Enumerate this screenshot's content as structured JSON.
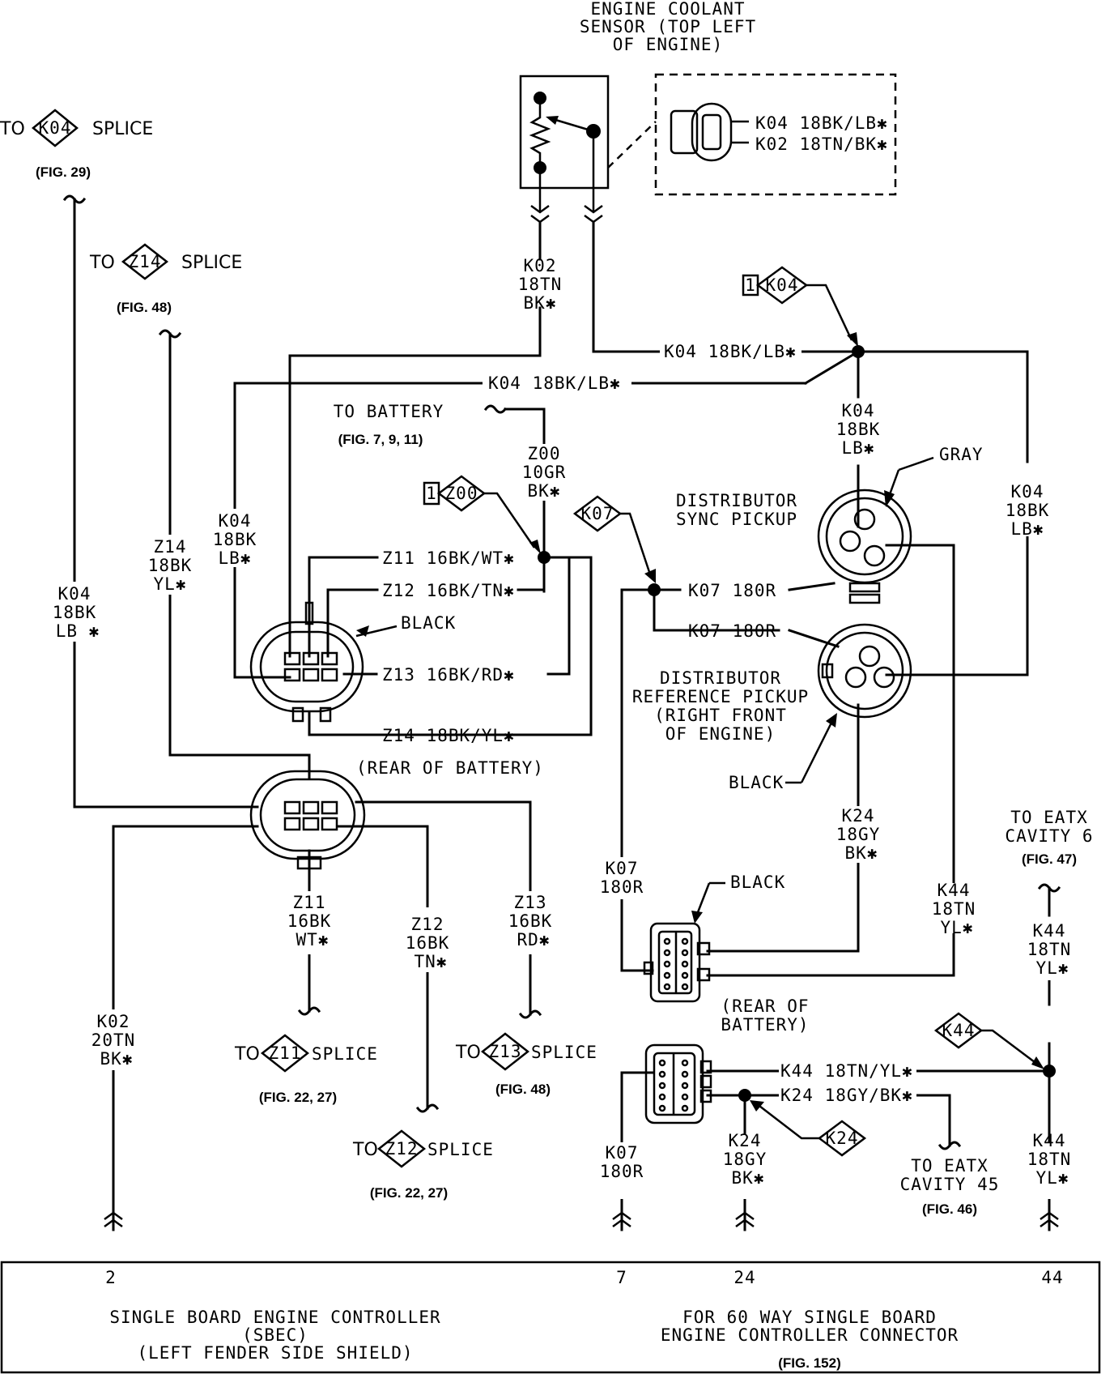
{
  "sensor": {
    "title": [
      "ENGINE COOLANT",
      "SENSOR (TOP LEFT",
      "OF ENGINE)"
    ],
    "pin1": "K04 18BK/LB✱",
    "pin2": "K02 18TN/BK✱"
  },
  "refs": {
    "k04": {
      "to": "TO",
      "code": "K04",
      "type": "SPLICE",
      "fig": "(FIG. 29)"
    },
    "z14": {
      "to": "TO",
      "code": "Z14",
      "type": "SPLICE",
      "fig": "(FIG. 48)"
    },
    "battery": {
      "label": "TO BATTERY",
      "fig": "(FIG. 7, 9, 11)"
    },
    "z11": {
      "to": "TO",
      "code": "Z11",
      "type": "SPLICE",
      "fig": "(FIG. 22, 27)"
    },
    "z13": {
      "to": "TO",
      "code": "Z13",
      "type": "SPLICE",
      "fig": "(FIG. 48)"
    },
    "z12": {
      "to": "TO",
      "code": "Z12",
      "type": "SPLICE",
      "fig": "(FIG. 22, 27)"
    },
    "eatx6": {
      "lines": [
        "TO EATX",
        "CAVITY 6"
      ],
      "fig": "(FIG. 47)"
    },
    "eatx45": {
      "lines": [
        "TO EATX",
        "CAVITY 45"
      ],
      "fig": "(FIG. 46)"
    }
  },
  "diamonds": {
    "k04_splice": {
      "num": "1",
      "code": "K04"
    },
    "z00_splice": {
      "num": "1",
      "code": "Z00"
    },
    "k07": {
      "code": "K07"
    },
    "k44": {
      "code": "K44"
    },
    "k24": {
      "code": "K24"
    }
  },
  "wires": {
    "k02_sensor": [
      "K02",
      "18TN",
      "BK✱"
    ],
    "k04_horiz1": "K04 18BK/LB✱",
    "k04_horiz2": "K04 18BK/LB✱",
    "k04_dist": [
      "K04",
      "18BK",
      "LB✱"
    ],
    "k04_right": [
      "K04",
      "18BK",
      "LB✱"
    ],
    "k04_mid": [
      "K04",
      "18BK",
      "LB✱"
    ],
    "k04_left": [
      "K04",
      "18BK",
      "LB ✱"
    ],
    "z14_left": [
      "Z14",
      "18BK",
      "YL✱"
    ],
    "z00": [
      "Z00",
      "10GR",
      "BK✱"
    ],
    "z11_h": "Z11 16BK/WT✱",
    "z12_h": "Z12 16BK/TN✱",
    "z13_h": "Z13 16BK/RD✱",
    "z14_h": "Z14 18BK/YL✱",
    "k07_a": "K07 180R",
    "k07_b": "K07 180R",
    "z11_v": [
      "Z11",
      "16BK",
      "WT✱"
    ],
    "z12_v": [
      "Z12",
      "16BK",
      "TN✱"
    ],
    "z13_v": [
      "Z13",
      "16BK",
      "RD✱"
    ],
    "k02_ctrl": [
      "K02",
      "20TN",
      "BK✱"
    ],
    "k07_left": [
      "K07",
      "180R"
    ],
    "k24_v": [
      "K24",
      "18GY",
      "BK✱"
    ],
    "k44_v": [
      "K44",
      "18TN",
      "YL✱"
    ],
    "k44_right_top": [
      "K44",
      "18TN",
      "YL✱"
    ],
    "k44_h": "K44 18TN/YL✱",
    "k24_h": "K24 18GY/BK✱",
    "k07_bottom": [
      "K07",
      "180R"
    ],
    "k24_bottom": [
      "K24",
      "18GY",
      "BK✱"
    ],
    "k44_bottom": [
      "K44",
      "18TN",
      "YL✱"
    ]
  },
  "labels": {
    "gray": "GRAY",
    "black1": "BLACK",
    "black2": "BLACK",
    "black3": "BLACK",
    "sync": [
      "DISTRIBUTOR",
      "SYNC PICKUP"
    ],
    "ref": [
      "DISTRIBUTOR",
      "REFERENCE PICKUP",
      "(RIGHT FRONT",
      "OF ENGINE)"
    ],
    "rear_battery1": "(REAR OF BATTERY)",
    "rear_battery2": [
      "(REAR OF",
      "BATTERY)"
    ]
  },
  "controller": {
    "pins": {
      "p2": "2",
      "p7": "7",
      "p24": "24",
      "p44": "44"
    },
    "left": [
      "SINGLE BOARD ENGINE CONTROLLER",
      "(SBEC)",
      "(LEFT FENDER SIDE SHIELD)"
    ],
    "right": [
      "FOR 60 WAY SINGLE BOARD",
      "ENGINE CONTROLLER CONNECTOR"
    ],
    "fig": "(FIG. 152)"
  }
}
